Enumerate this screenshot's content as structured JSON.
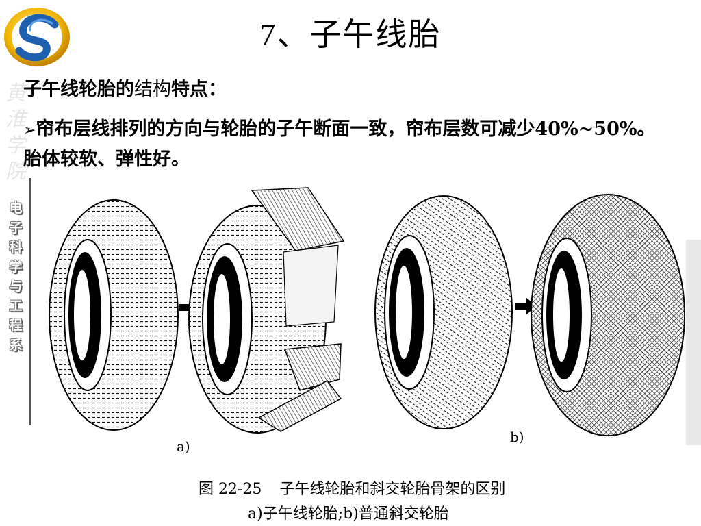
{
  "slide": {
    "title": "7、子午线胎",
    "subtitle_bold_1": "子午线轮胎的",
    "subtitle_thin": "结构",
    "subtitle_bold_2": "特点：",
    "bullet_symbol": "➢",
    "bullet_text": "帘布层线排列的方向与轮胎的子午断面一致，帘布层数可减少40%~50%。胎体较软、弹性好。"
  },
  "sidebar": {
    "script_text": "黄淮学院",
    "vertical_text": "电子科学与工程系"
  },
  "figure": {
    "label_a": "a)",
    "label_b": "b)",
    "caption_number": "图 22-25",
    "caption_title": "子午线轮胎和斜交轮胎骨架的区别",
    "caption_sub": "a)子午线轮胎;b)普通斜交轮胎"
  },
  "colors": {
    "logo_blue": "#1f5fb0",
    "logo_gold": "#f0b400",
    "ink": "#000000"
  }
}
